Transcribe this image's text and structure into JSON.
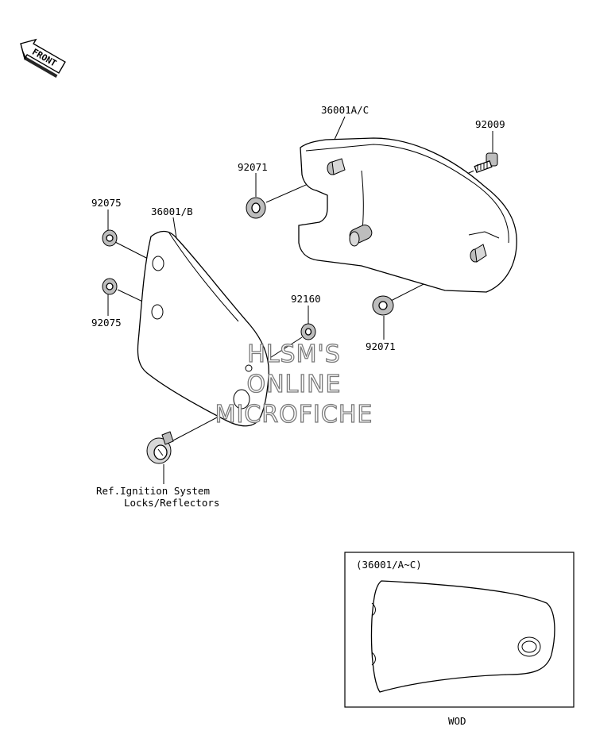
{
  "front_arrow": {
    "label": "FRONT",
    "icon": "front-direction-arrow-icon"
  },
  "part_labels": {
    "cover_ac": "36001A/C",
    "cover_b": "36001/B",
    "bolt": "92009",
    "damper_top": "92071",
    "damper_bottom": "92071",
    "grommet_top": "92075",
    "grommet_bottom": "92075",
    "washer": "92160"
  },
  "reference_note": {
    "line1": "Ref.Ignition System",
    "line2": "Locks/Reflectors"
  },
  "watermark": {
    "line1": "HLSM'S",
    "line2": "ONLINE",
    "line3": "MICROFICHE"
  },
  "inset": {
    "label": "(36001/A~C)",
    "caption": "WOD"
  },
  "colors": {
    "line": "#000000",
    "shade": "#d8d8d8",
    "watermark_stroke": "#7a7a7a"
  }
}
